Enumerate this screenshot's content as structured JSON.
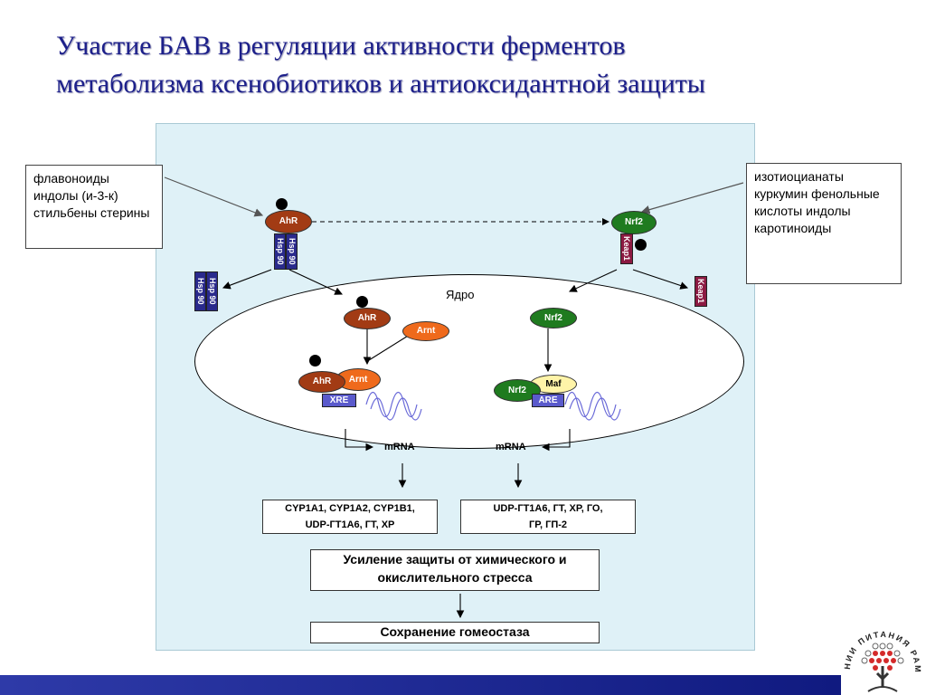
{
  "title": {
    "line1": "Участие БАВ в регуляции активности ферментов",
    "line2": "метаболизма ксенобиотиков и антиоксидантной защиты"
  },
  "left_box": {
    "lines": [
      "флавоноиды",
      "индолы (и-3-к)",
      "стильбены",
      "стерины"
    ]
  },
  "right_box": {
    "lines": [
      "изотиоцианаты",
      "куркумин",
      "фенольные",
      "кислоты",
      "индолы",
      "каротиноиды"
    ]
  },
  "molecules": {
    "ahr": "AhR",
    "arnt": "Arnt",
    "nrf2": "Nrf2",
    "maf": "Maf",
    "hsp90": "Hsp 90",
    "keap1": "Keap1",
    "xre": "XRE",
    "are": "ARE",
    "mrna": "mRNA"
  },
  "nucleus_label": "Ядро",
  "enzymes_left": {
    "line1": "CYP1A1,   CYP1A2,    CYP1B1,",
    "line2": "UDP-ГТ1A6,    ГТ,   ХР"
  },
  "enzymes_right": {
    "line1": "UDP-ГТ1A6,    ГТ,   ХР,   ГО,",
    "line2": "ГР,   ГП-2"
  },
  "result_box": {
    "line1": "Усиление защиты от химического и",
    "line2": "окислительного стресса"
  },
  "final_box": "Сохранение гомеостаза",
  "logo_text": "НИИ ПИТАНИЯ РАМН",
  "colors": {
    "title": "#1c1f8a",
    "panel": "#dff1f7",
    "ahr": "#a23b14",
    "arnt": "#ef6a1c",
    "nrf2": "#1f7b1f",
    "maf": "#fff4a8",
    "hsp90": "#2a2a8c",
    "keap1": "#8c1a42",
    "element": "#5a5acc"
  }
}
